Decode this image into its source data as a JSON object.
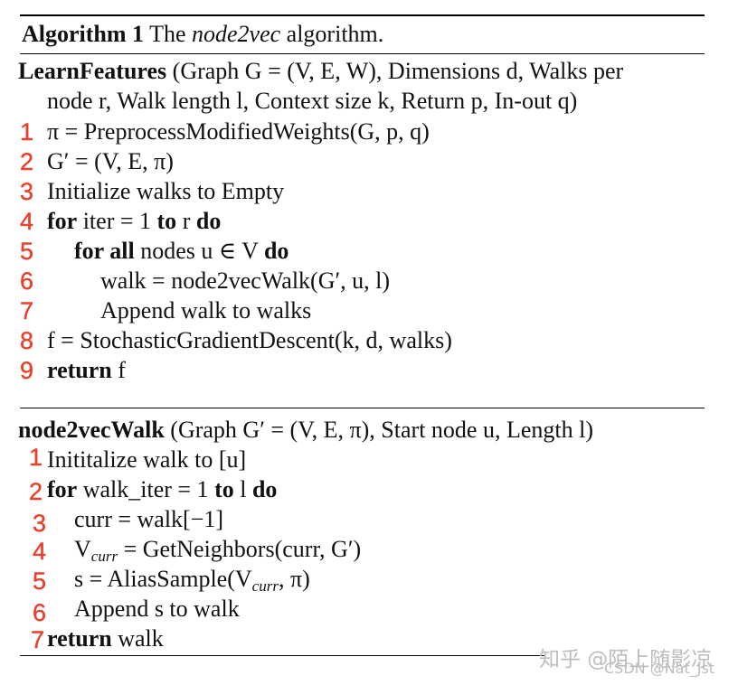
{
  "header": {
    "algo_label": "Algorithm 1",
    "algo_title_pre": " The ",
    "algo_title_em": "node2vec",
    "algo_title_post": " algorithm."
  },
  "learn": {
    "sig_name": "LearnFeatures",
    "sig_line1": " (Graph G = (V, E, W), Dimensions d, Walks per",
    "sig_line2": "node r, Walk length l, Context size k, Return p, In-out q)",
    "steps": [
      {
        "num": "1",
        "text": "π = PreprocessModifiedWeights(G, p, q)"
      },
      {
        "num": "2",
        "text": "G′ = (V, E, π)"
      },
      {
        "num": "3",
        "text": "Initialize walks to Empty"
      },
      {
        "num": "4",
        "kw1": "for",
        "mid": " iter = 1 ",
        "kw2": "to",
        "mid2": " r ",
        "kw3": "do"
      },
      {
        "num": "5",
        "kw1": "for all",
        "mid": " nodes u ∈ V ",
        "kw3": "do"
      },
      {
        "num": "6",
        "text": "walk = node2vecWalk(G′, u, l)"
      },
      {
        "num": "7",
        "text": "Append walk to walks"
      },
      {
        "num": "8",
        "text": "f = StochasticGradientDescent(k, d, walks)"
      },
      {
        "num": "9",
        "kw1": "return",
        "mid": " f"
      }
    ]
  },
  "walk": {
    "sig_name": "node2vecWalk",
    "sig_rest": " (Graph G′ = (V, E, π), Start node u, Length l)",
    "steps": [
      {
        "num": "1",
        "text": "Inititalize walk to [u]"
      },
      {
        "num": "2",
        "kw1": "for",
        "mid": " walk_iter = 1 ",
        "kw2": "to",
        "mid2": " l ",
        "kw3": "do"
      },
      {
        "num": "3",
        "text": "curr = walk[−1]"
      },
      {
        "num": "4",
        "pre": "V",
        "sub": "curr",
        "post": " = GetNeighbors(curr, G′)"
      },
      {
        "num": "5",
        "pre": "s = AliasSample(V",
        "sub": "curr",
        "post": ", π)"
      },
      {
        "num": "6",
        "text": "Append s to walk"
      },
      {
        "num": "7",
        "kw1": "return",
        "mid": " walk"
      }
    ]
  },
  "watermark": {
    "line1": "知乎 @陌上随影凉",
    "line2": "CSDN @Nat_Jst"
  },
  "colors": {
    "step_number": "#e8412c",
    "text": "#111111",
    "watermark": "#bdbdbd"
  }
}
